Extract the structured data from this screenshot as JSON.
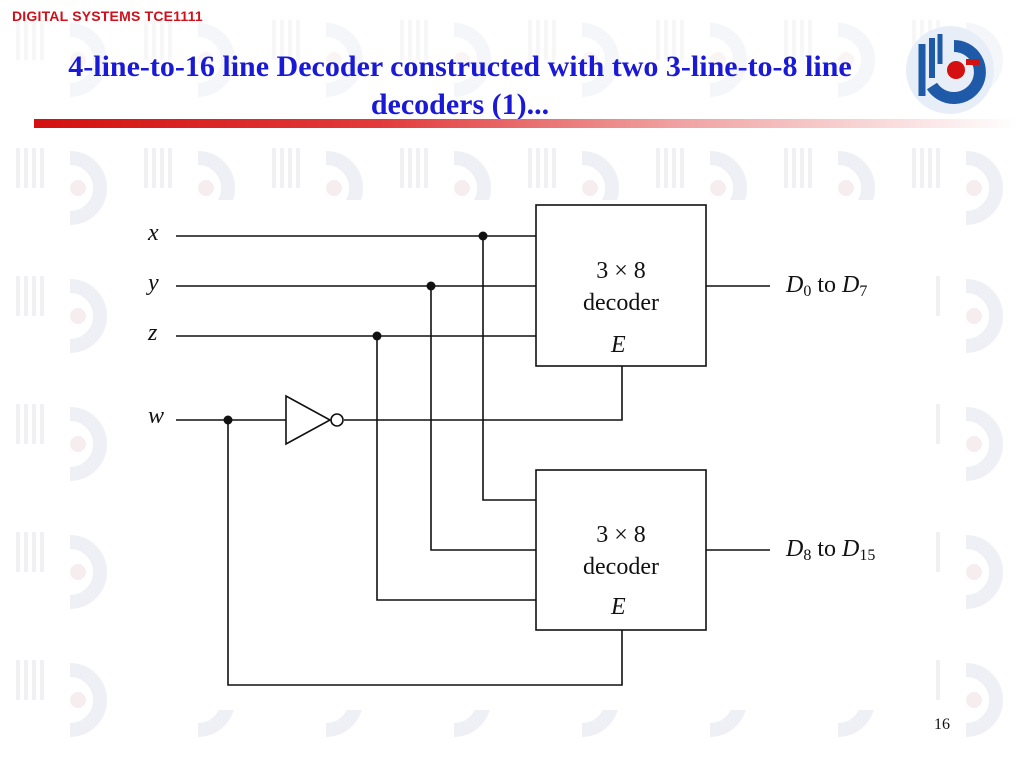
{
  "slide": {
    "course": "DIGITAL SYSTEMS TCE1111",
    "title": "4-line-to-16 line Decoder constructed with two 3-line-to-8 line decoders (1)...",
    "page_number": "16",
    "colors": {
      "course_label": "#d0101a",
      "title": "#1a1ad6",
      "title_bar": "#d41010",
      "logo_blue": "#1f5aa8",
      "logo_red": "#d41010"
    },
    "logo_icon": "university-logo-icon"
  },
  "diagram": {
    "inputs": [
      "x",
      "y",
      "z",
      "w"
    ],
    "decoders": [
      {
        "size": "3 × 8",
        "name": "decoder",
        "enable": "E",
        "output_symbol": "D",
        "output_from": "0",
        "output_joiner": "to",
        "output_to": "7"
      },
      {
        "size": "3 × 8",
        "name": "decoder",
        "enable": "E",
        "output_symbol": "D",
        "output_from": "8",
        "output_joiner": "to",
        "output_to": "15"
      }
    ],
    "inverter_icon": "not-gate-icon"
  }
}
